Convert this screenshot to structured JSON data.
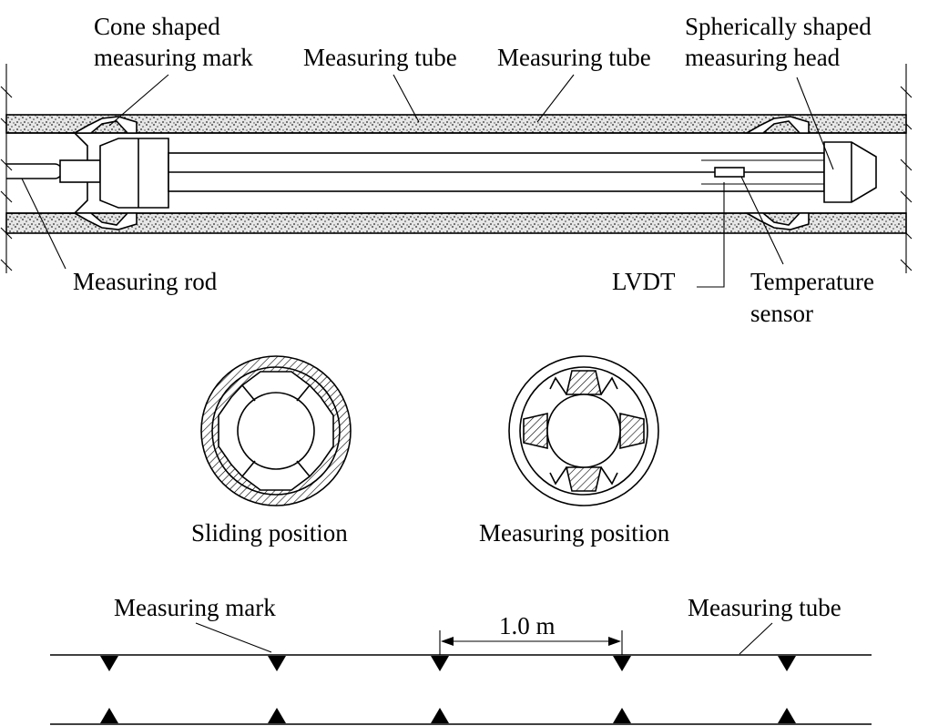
{
  "labels": {
    "cone_mark_line1": "Cone shaped",
    "cone_mark_line2": "measuring mark",
    "measuring_tube_1": "Measuring tube",
    "measuring_tube_2": "Measuring tube",
    "spherical_head_line1": "Spherically shaped",
    "spherical_head_line2": "measuring head",
    "measuring_rod": "Measuring rod",
    "lvdt": "LVDT",
    "temp_sensor_line1": "Temperature",
    "temp_sensor_line2": "sensor",
    "sliding_position": "Sliding position",
    "measuring_position": "Measuring position",
    "measuring_mark": "Measuring mark",
    "spacing": "1.0 m",
    "measuring_tube_3": "Measuring tube"
  },
  "colors": {
    "ink": "#000000",
    "background": "#ffffff"
  }
}
